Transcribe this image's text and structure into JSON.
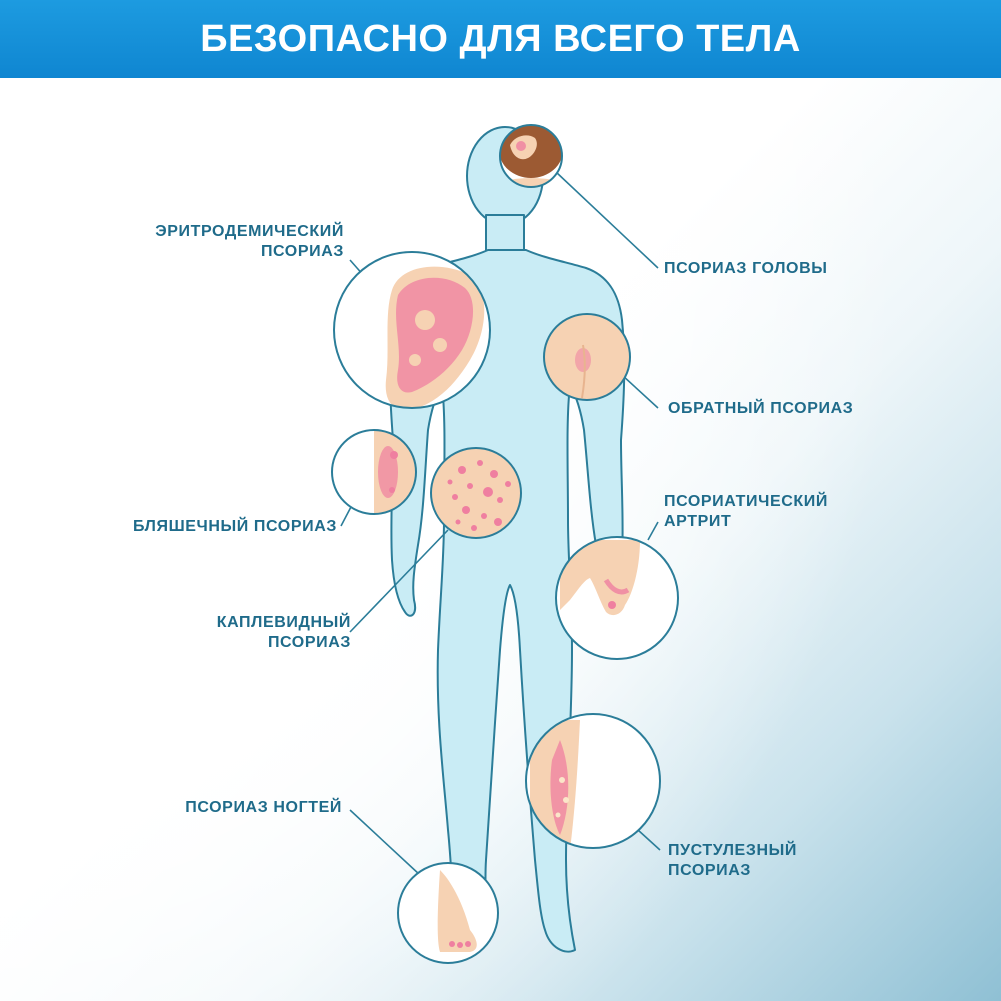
{
  "header": {
    "title": "БЕЗОПАСНО ДЛЯ ВСЕГО ТЕЛА",
    "color": "#1191d8"
  },
  "labels": {
    "erythrodermic": {
      "line1": "ЭРИТРОДЕМИЧЕСКИЙ",
      "line2": "ПСОРИАЗ"
    },
    "scalp": {
      "line1": "ПСОРИАЗ ГОЛОВЫ"
    },
    "inverse": {
      "line1": "ОБРАТНЫЙ ПСОРИАЗ"
    },
    "plaque": {
      "line1": "БЛЯШЕЧНЫЙ ПСОРИАЗ"
    },
    "arthritic": {
      "line1": "ПСОРИАТИЧЕСКИЙ",
      "line2": "АРТРИТ"
    },
    "guttate": {
      "line1": "КАПЛЕВИДНЫЙ",
      "line2": "ПСОРИАЗ"
    },
    "nail": {
      "line1": "ПСОРИАЗ НОГТЕЙ"
    },
    "pustular": {
      "line1": "ПУСТУЛЕЗНЫЙ",
      "line2": "ПСОРИАЗ"
    }
  },
  "colors": {
    "label_text": "#1f6b8a",
    "body_fill": "#c9ecf5",
    "body_outline": "#2b7d99",
    "skin": "#f6d2b3",
    "lesion": "#ef7fa0"
  }
}
